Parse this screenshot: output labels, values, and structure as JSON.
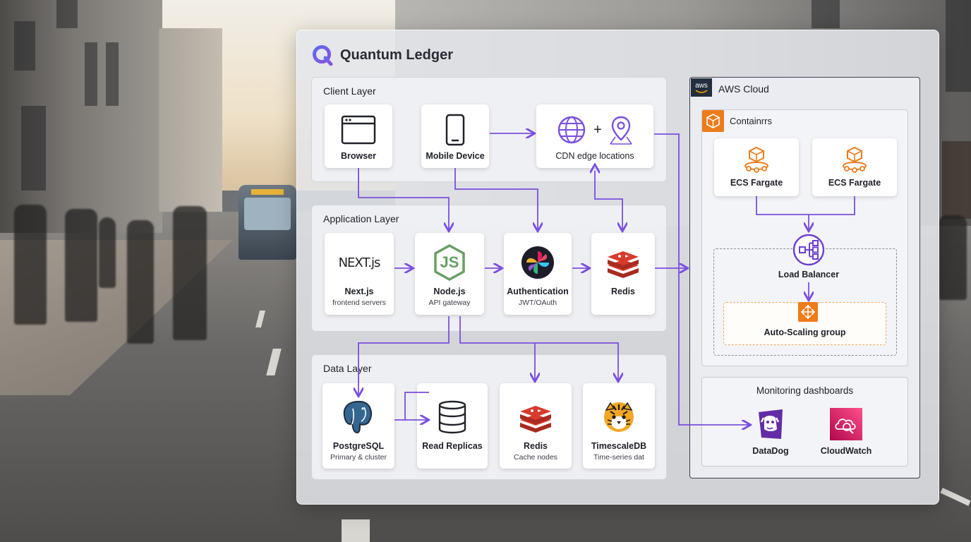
{
  "app": {
    "title": "Quantum Ledger"
  },
  "layers": {
    "client": {
      "title": "Client Layer"
    },
    "application": {
      "title": "Application Layer"
    },
    "data": {
      "title": "Data Layer"
    }
  },
  "client_nodes": {
    "browser": {
      "label": "Browser",
      "icon": "browser-window-icon"
    },
    "mobile": {
      "label": "Mobile Device",
      "icon": "smartphone-icon"
    },
    "cdn": {
      "label": "CDN edge locations",
      "plus": "+",
      "icons": [
        "globe-icon",
        "location-pin-icon"
      ]
    }
  },
  "app_nodes": {
    "nextjs": {
      "label": "Next.js",
      "sub": "frontend servers",
      "logo": "NEXT.js"
    },
    "nodejs": {
      "label": "Node.js",
      "sub": "API gateway",
      "logo": "JS"
    },
    "auth": {
      "label": "Authentication",
      "sub": "JWT/OAuth"
    },
    "redis": {
      "label": "Redis"
    }
  },
  "data_nodes": {
    "postgres": {
      "label": "PostgreSQL",
      "sub": "Primary & cluster"
    },
    "replicas": {
      "label": "Read Replicas"
    },
    "redis_cache": {
      "label": "Redis",
      "sub": "Cache nodes"
    },
    "timescale": {
      "label": "TimescaleDB",
      "sub": "Time-series dat"
    }
  },
  "aws": {
    "badge": "aws",
    "title": "AWS Cloud",
    "containers": {
      "title": "Containrrs",
      "fargate_1": "ECS Fargate",
      "fargate_2": "ECS Fargate",
      "load_balancer": "Load Balancer",
      "auto_scaling": "Auto-Scaling group"
    },
    "monitoring": {
      "title": "Monitoring dashboards",
      "datadog": "DataDog",
      "cloudwatch": "CloudWatch"
    }
  },
  "colors": {
    "arrow": "#7b4fe0",
    "aws_orange": "#ed7c1a",
    "redis_red": "#d83a2c",
    "node_green": "#68a063",
    "datadog_purple": "#632ca6",
    "cloudwatch_pink": "#e7157b"
  }
}
